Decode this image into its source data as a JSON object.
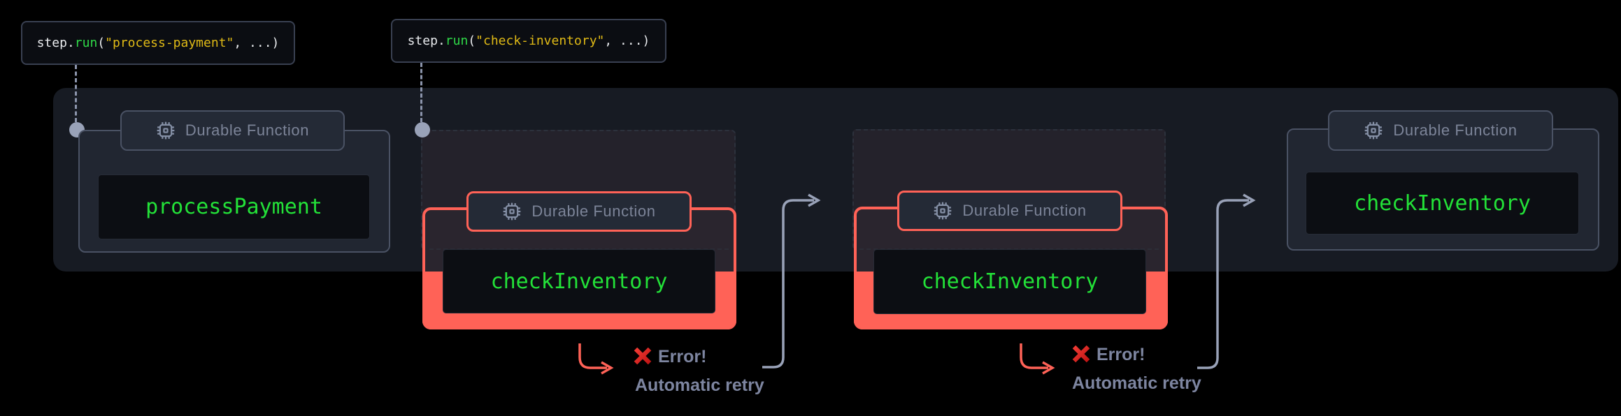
{
  "code_labels": [
    {
      "id": "process-payment",
      "parts": {
        "obj": "step.",
        "fn": "run",
        "open": "(",
        "arg": "\"process-payment\"",
        "rest": ", ...)"
      }
    },
    {
      "id": "check-inventory",
      "parts": {
        "obj": "step.",
        "fn": "run",
        "open": "(",
        "arg": "\"check-inventory\"",
        "rest": ", ...)"
      }
    }
  ],
  "blocks": [
    {
      "badge_label": "Durable Function",
      "function_name": "processPayment",
      "status": "success"
    },
    {
      "badge_label": "Durable Function",
      "function_name": "checkInventory",
      "status": "error"
    },
    {
      "badge_label": "Durable Function",
      "function_name": "checkInventory",
      "status": "error"
    },
    {
      "badge_label": "Durable Function",
      "function_name": "checkInventory",
      "status": "success"
    }
  ],
  "annotations": [
    {
      "error_label": "Error!",
      "retry_label": "Automatic retry"
    },
    {
      "error_label": "Error!",
      "retry_label": "Automatic retry"
    }
  ],
  "colors": {
    "background": "#000000",
    "container_fill": "#171b23",
    "box_border_gray": "#4a5264",
    "badge_text": "#7c8498",
    "accent_error": "#ff6257",
    "error_area_dimmed": "#532d32",
    "dashed_attempt_fill": "#3a2126",
    "function_name_green": "#23e138",
    "code_function_green": "#2fd948",
    "code_string_yellow": "#e0ba16",
    "code_plain": "#e9ebee",
    "muted_annotation_text": "#7d85a0",
    "connector_gray": "#99a2b8",
    "error_x_red": "#da2424"
  }
}
